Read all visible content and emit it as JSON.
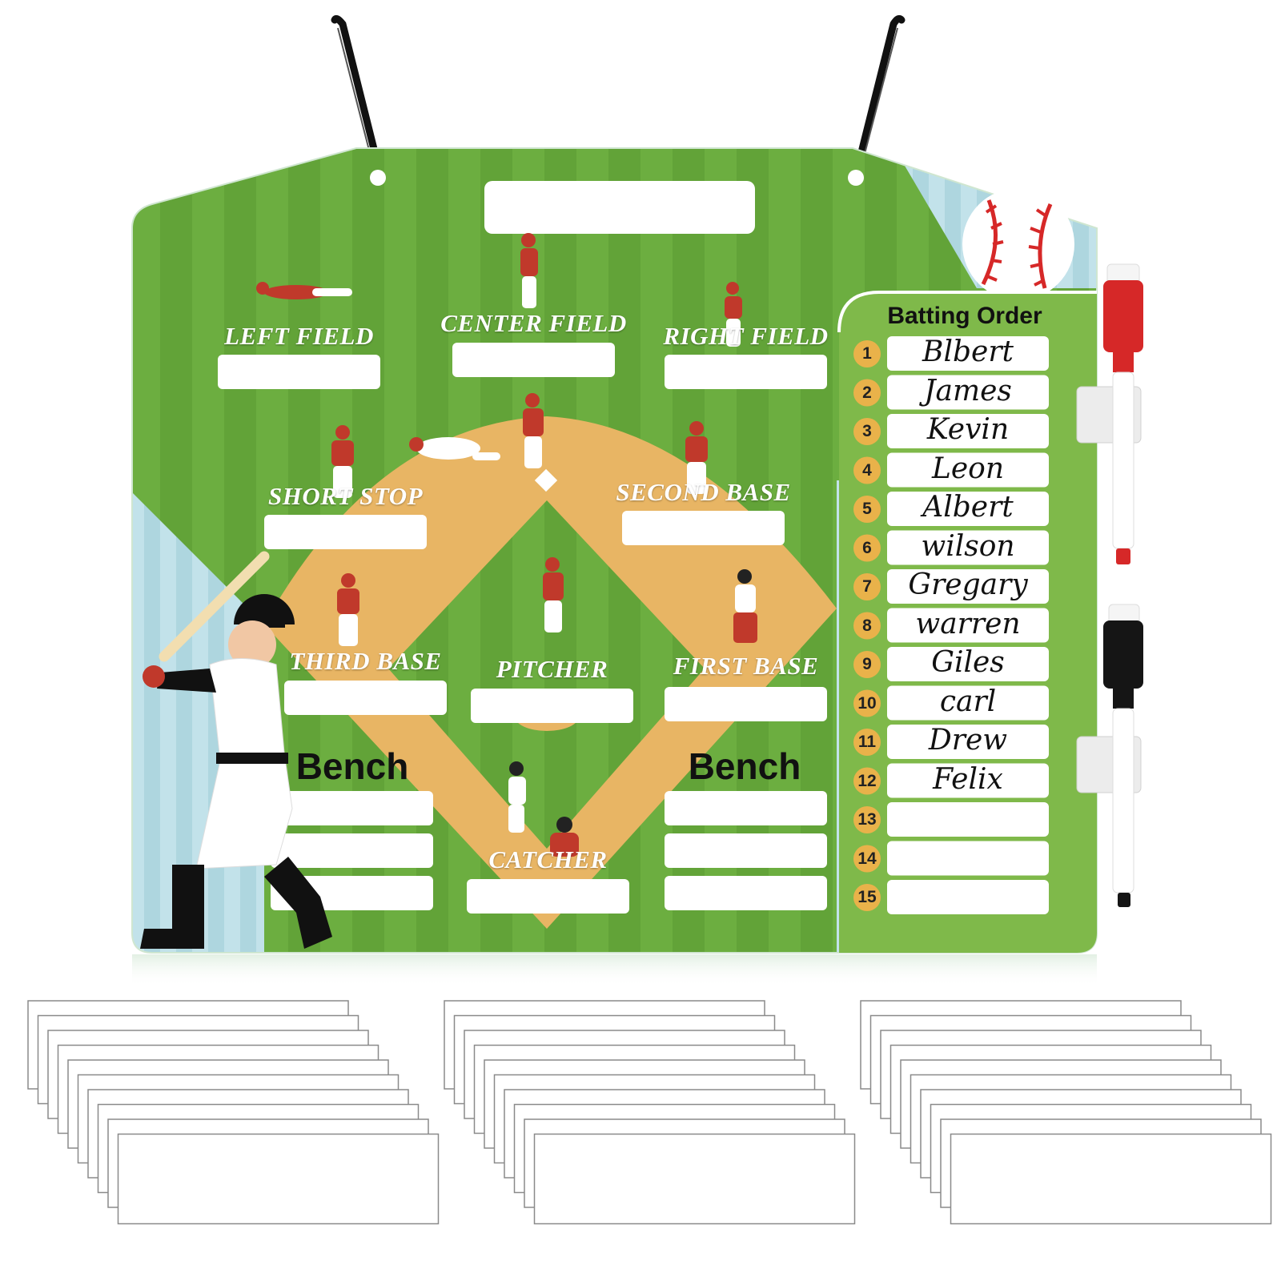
{
  "board": {
    "colors": {
      "field_green": "#6aab3f",
      "infield_dirt": "#e8b564",
      "sky_blue": "#b9dde5",
      "panel_green": "#7fb94a",
      "number_circle": "#e9b24a",
      "player_red": "#c0392b"
    },
    "positions": {
      "left_field": "LEFT FIELD",
      "center_field": "CENTER FIELD",
      "right_field": "RIGHT FIELD",
      "short_stop": "SHORT STOP",
      "second_base": "SECOND BASE",
      "third_base": "THIRD BASE",
      "pitcher": "PITCHER",
      "first_base": "FIRST BASE",
      "catcher": "CATCHER"
    },
    "bench_left": "Bench",
    "bench_right": "Bench"
  },
  "batting_order": {
    "title": "Batting Order",
    "slots": [
      {
        "number": "1",
        "name": "Blbert"
      },
      {
        "number": "2",
        "name": "James"
      },
      {
        "number": "3",
        "name": "Kevin"
      },
      {
        "number": "4",
        "name": "Leon"
      },
      {
        "number": "5",
        "name": "Albert"
      },
      {
        "number": "6",
        "name": "wilson"
      },
      {
        "number": "7",
        "name": "Gregary"
      },
      {
        "number": "8",
        "name": "warren"
      },
      {
        "number": "9",
        "name": "Giles"
      },
      {
        "number": "10",
        "name": "carl"
      },
      {
        "number": "11",
        "name": "Drew"
      },
      {
        "number": "12",
        "name": "Felix"
      },
      {
        "number": "13",
        "name": ""
      },
      {
        "number": "14",
        "name": ""
      },
      {
        "number": "15",
        "name": ""
      }
    ]
  },
  "accessories": {
    "markers": [
      {
        "cap_color": "#d62828"
      },
      {
        "cap_color": "#111111"
      }
    ],
    "name_strip_stacks": 3,
    "strips_per_stack": 10
  }
}
